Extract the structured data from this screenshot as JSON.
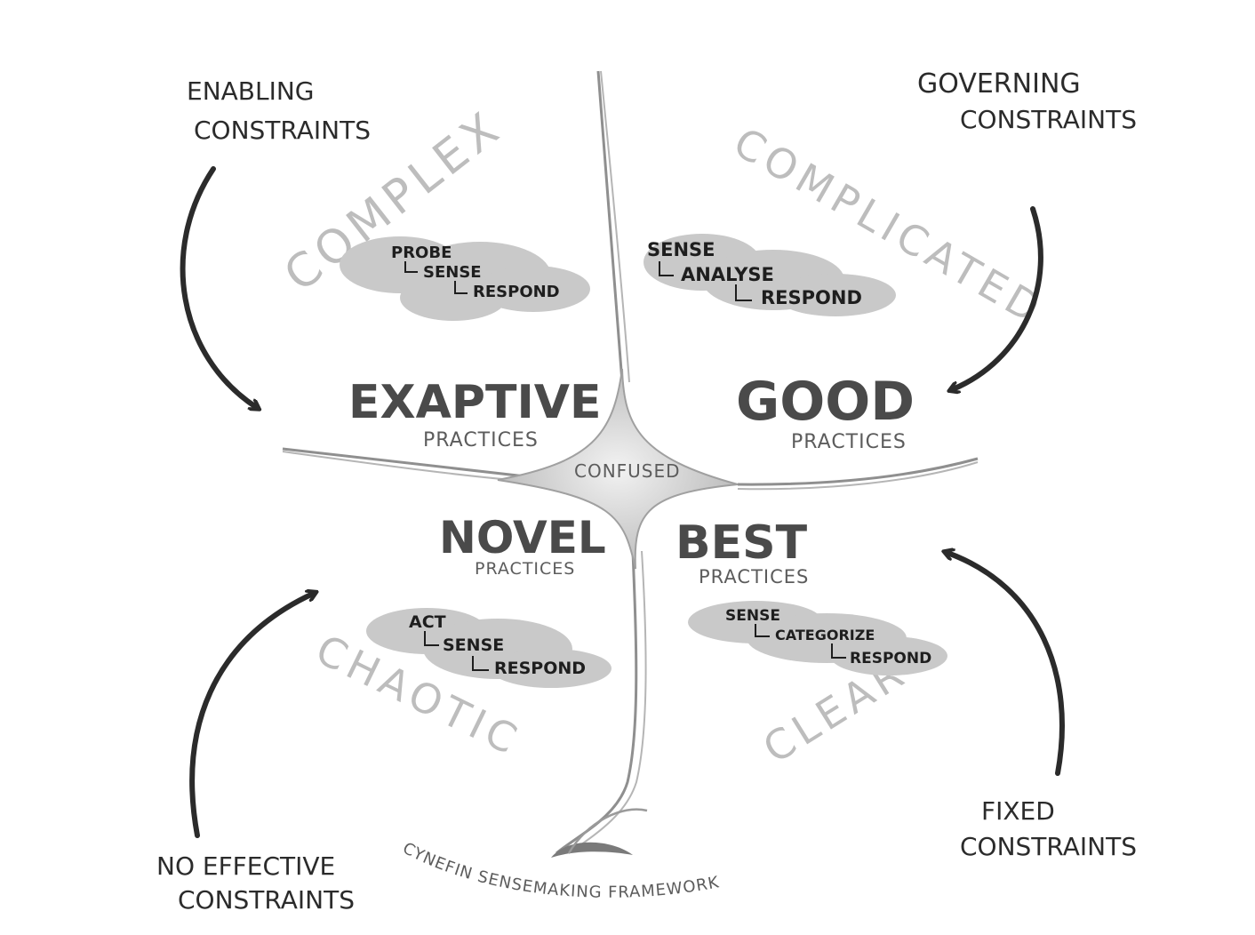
{
  "constraints": {
    "enabling": [
      "ENABLING",
      "CONSTRAINTS"
    ],
    "governing": [
      "GOVERNING",
      "CONSTRAINTS"
    ],
    "no_effective": [
      "NO EFFECTIVE",
      "CONSTRAINTS"
    ],
    "fixed": [
      "FIXED",
      "CONSTRAINTS"
    ]
  },
  "domains": {
    "complex": "COMPLEX",
    "complicated": "COMPLICATED",
    "chaotic": "CHAOTIC",
    "clear": "CLEAR",
    "confused": "CONFUSED"
  },
  "practices": {
    "exaptive": {
      "title": "EXAPTIVE",
      "sub": "PRACTICES"
    },
    "good": {
      "title": "GOOD",
      "sub": "PRACTICES"
    },
    "novel": {
      "title": "NOVEL",
      "sub": "PRACTICES"
    },
    "best": {
      "title": "BEST",
      "sub": "PRACTICES"
    }
  },
  "approaches": {
    "complex": [
      "PROBE",
      "SENSE",
      "RESPOND"
    ],
    "complicated": [
      "SENSE",
      "ANALYSE",
      "RESPOND"
    ],
    "chaotic": [
      "ACT",
      "SENSE",
      "RESPOND"
    ],
    "clear": [
      "SENSE",
      "CATEGORIZE",
      "RESPOND"
    ]
  },
  "footer": "CYNEFIN SENSEMAKING FRAMEWORK",
  "colors": {
    "ink": "#2b2b2b",
    "ghost": "#bdbdbd",
    "cloud": "#c9c9c9",
    "confused_fill": "#d9d9d9"
  }
}
